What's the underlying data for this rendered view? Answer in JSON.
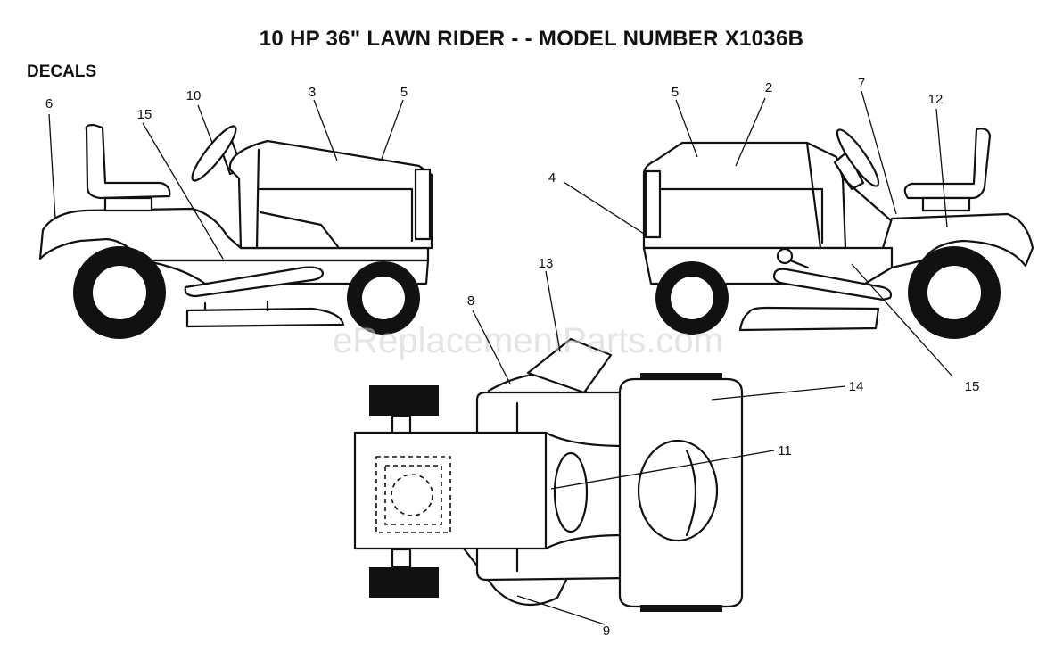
{
  "title": "10 HP 36\" LAWN RIDER - - MODEL NUMBER X1036B",
  "section_label": "DECALS",
  "watermark": "eReplacementParts.com",
  "callouts": [
    "6",
    "15",
    "10",
    "3",
    "5",
    "5",
    "2",
    "7",
    "12",
    "4",
    "15",
    "13",
    "8",
    "14",
    "11",
    "9"
  ]
}
